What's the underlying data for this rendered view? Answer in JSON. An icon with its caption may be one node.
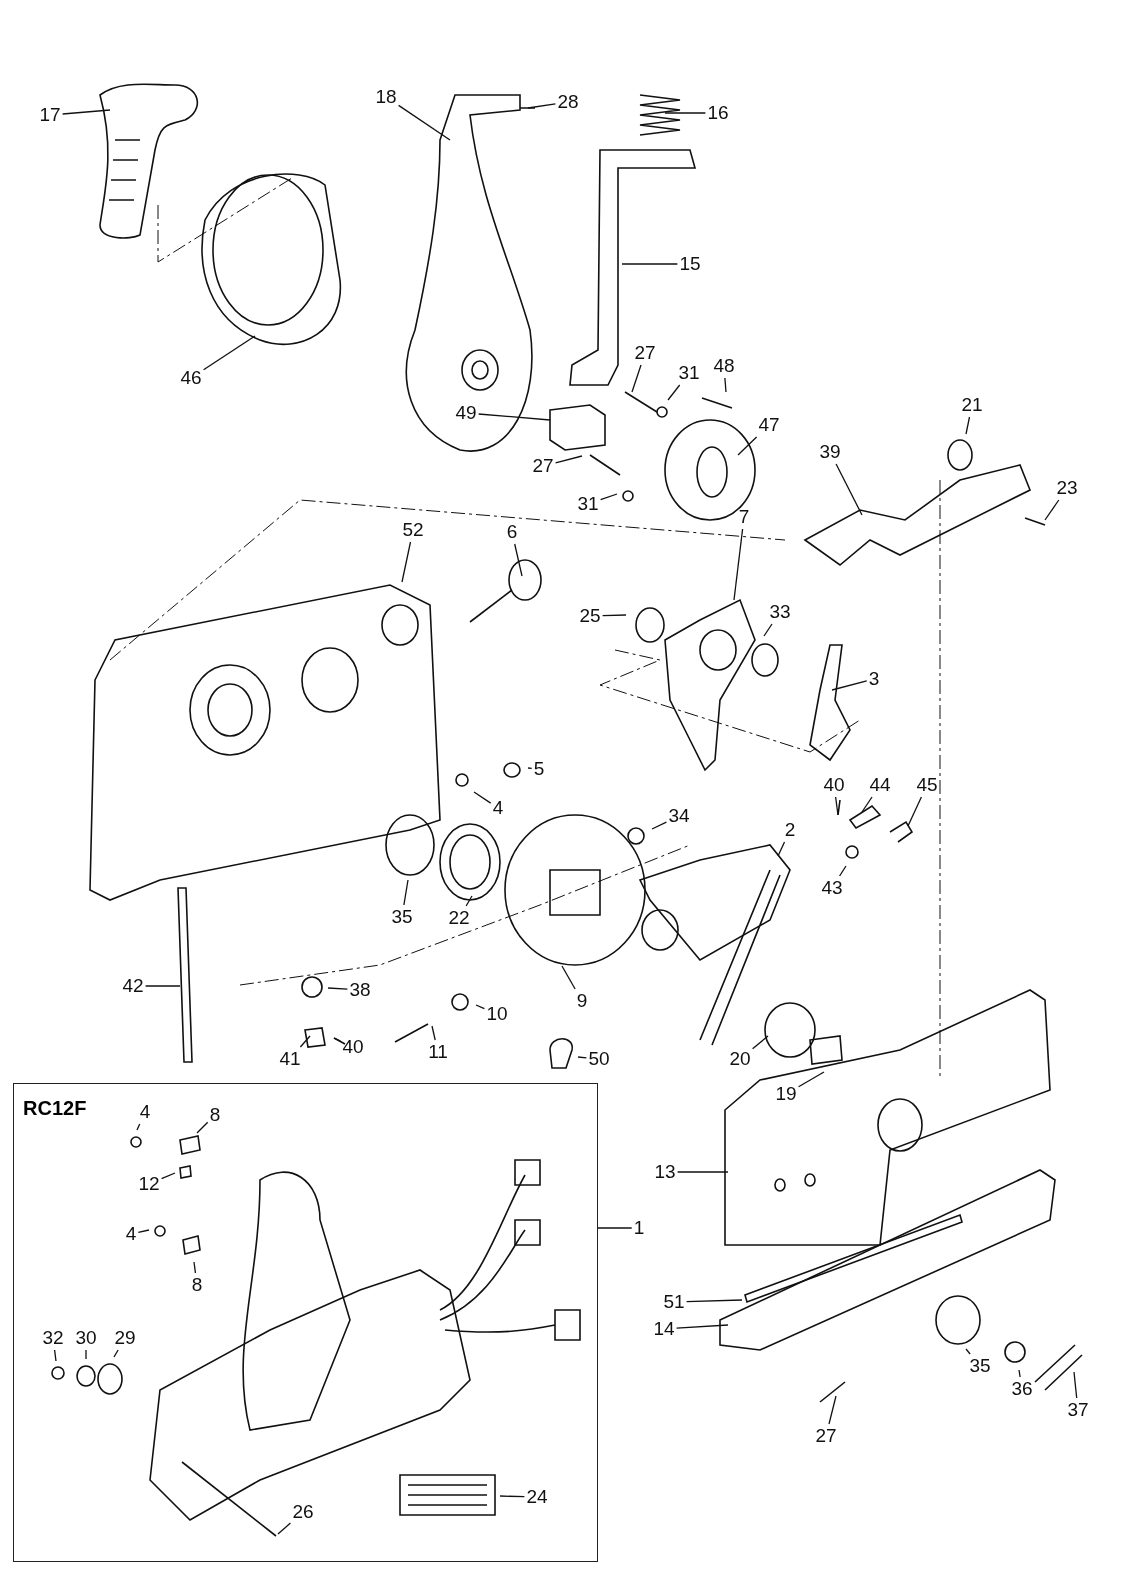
{
  "diagram": {
    "nodes": [
      {
        "text": [
          "17"
        ]
      },
      {
        "text": [
          "18"
        ]
      },
      {
        "text": [
          "28"
        ]
      },
      {
        "text": [
          "16"
        ]
      },
      {
        "text": [
          "15"
        ]
      },
      {
        "text": [
          "46"
        ]
      },
      {
        "text": [
          "27"
        ]
      },
      {
        "text": [
          "31"
        ]
      },
      {
        "text": [
          "48"
        ]
      },
      {
        "text": [
          "49"
        ]
      },
      {
        "text": [
          "47"
        ]
      },
      {
        "text": [
          "27"
        ]
      },
      {
        "text": [
          "31"
        ]
      },
      {
        "text": [
          "21"
        ]
      },
      {
        "text": [
          "39"
        ]
      },
      {
        "text": [
          "23"
        ]
      },
      {
        "text": [
          "52"
        ]
      },
      {
        "text": [
          "6"
        ]
      },
      {
        "text": [
          "7"
        ]
      },
      {
        "text": [
          "25"
        ]
      },
      {
        "text": [
          "33"
        ]
      },
      {
        "text": [
          "3"
        ]
      },
      {
        "text": [
          "5"
        ]
      },
      {
        "text": [
          "4"
        ]
      },
      {
        "text": [
          "40"
        ]
      },
      {
        "text": [
          "44"
        ]
      },
      {
        "text": [
          "45"
        ]
      },
      {
        "text": [
          "34"
        ]
      },
      {
        "text": [
          "2"
        ]
      },
      {
        "text": [
          "43"
        ]
      },
      {
        "text": [
          "35"
        ]
      },
      {
        "text": [
          "22"
        ]
      },
      {
        "text": [
          "9"
        ]
      },
      {
        "text": [
          "42"
        ]
      },
      {
        "text": [
          "38"
        ]
      },
      {
        "text": [
          "10"
        ]
      },
      {
        "text": [
          "11"
        ]
      },
      {
        "text": [
          "41"
        ]
      },
      {
        "text": [
          "40"
        ]
      },
      {
        "text": [
          "50"
        ]
      },
      {
        "text": [
          "20"
        ]
      },
      {
        "text": [
          "19"
        ]
      },
      {
        "text": [
          "RC12F"
        ]
      },
      {
        "text": [
          "4"
        ],
        "in": 42
      },
      {
        "text": [
          "8"
        ],
        "in": 42
      },
      {
        "text": [
          "12"
        ],
        "in": 42
      },
      {
        "text": [
          "4"
        ],
        "in": 42
      },
      {
        "text": [
          "8"
        ],
        "in": 42
      },
      {
        "text": [
          "32"
        ],
        "in": 42
      },
      {
        "text": [
          "30"
        ],
        "in": 42
      },
      {
        "text": [
          "29"
        ],
        "in": 42
      },
      {
        "text": [
          "26"
        ],
        "in": 42
      },
      {
        "text": [
          "24"
        ],
        "in": 42
      },
      {
        "text": [
          "1"
        ]
      },
      {
        "text": [
          "13"
        ]
      },
      {
        "text": [
          "51"
        ]
      },
      {
        "text": [
          "14"
        ]
      },
      {
        "text": [
          "35"
        ]
      },
      {
        "text": [
          "36"
        ]
      },
      {
        "text": [
          "37"
        ]
      },
      {
        "text": [
          "27"
        ]
      }
    ],
    "edges": [
      {
        "from": 0,
        "to": null,
        "arrow": "none"
      },
      {
        "from": 1,
        "to": null,
        "arrow": "none"
      },
      {
        "from": 2,
        "to": null,
        "arrow": "none"
      },
      {
        "from": 3,
        "to": null,
        "arrow": "none"
      },
      {
        "from": 4,
        "to": null,
        "arrow": "none"
      },
      {
        "from": 5,
        "to": null,
        "arrow": "none"
      },
      {
        "from": 6,
        "to": null,
        "arrow": "none"
      },
      {
        "from": 7,
        "to": null,
        "arrow": "none"
      },
      {
        "from": 8,
        "to": null,
        "arrow": "none"
      },
      {
        "from": 9,
        "to": null,
        "arrow": "none"
      },
      {
        "from": 10,
        "to": null,
        "arrow": "none"
      },
      {
        "from": 11,
        "to": null,
        "arrow": "none"
      },
      {
        "from": 12,
        "to": null,
        "arrow": "none"
      },
      {
        "from": 13,
        "to": null,
        "arrow": "none"
      },
      {
        "from": 14,
        "to": null,
        "arrow": "none"
      },
      {
        "from": 15,
        "to": null,
        "arrow": "none"
      },
      {
        "from": 16,
        "to": null,
        "arrow": "none"
      },
      {
        "from": 17,
        "to": null,
        "arrow": "none"
      },
      {
        "from": 18,
        "to": null,
        "arrow": "none"
      },
      {
        "from": 19,
        "to": null,
        "arrow": "none"
      },
      {
        "from": 20,
        "to": null,
        "arrow": "none"
      },
      {
        "from": 21,
        "to": null,
        "arrow": "none"
      },
      {
        "from": 22,
        "to": null,
        "arrow": "none"
      },
      {
        "from": 23,
        "to": null,
        "arrow": "none"
      },
      {
        "from": 24,
        "to": null,
        "arrow": "none"
      },
      {
        "from": 25,
        "to": null,
        "arrow": "none"
      },
      {
        "from": 26,
        "to": null,
        "arrow": "none"
      },
      {
        "from": 27,
        "to": null,
        "arrow": "none"
      },
      {
        "from": 28,
        "to": null,
        "arrow": "none"
      },
      {
        "from": 29,
        "to": null,
        "arrow": "none"
      },
      {
        "from": 30,
        "to": null,
        "arrow": "none"
      },
      {
        "from": 31,
        "to": null,
        "arrow": "none"
      },
      {
        "from": 32,
        "to": null,
        "arrow": "none"
      },
      {
        "from": 33,
        "to": null,
        "arrow": "none"
      },
      {
        "from": 34,
        "to": null,
        "arrow": "none"
      },
      {
        "from": 35,
        "to": null,
        "arrow": "none"
      },
      {
        "from": 36,
        "to": null,
        "arrow": "none"
      },
      {
        "from": 37,
        "to": null,
        "arrow": "none"
      },
      {
        "from": 38,
        "to": null,
        "arrow": "none"
      },
      {
        "from": 39,
        "to": null,
        "arrow": "none"
      },
      {
        "from": 40,
        "to": null,
        "arrow": "none"
      },
      {
        "from": 41,
        "to": null,
        "arrow": "none"
      },
      {
        "from": 43,
        "to": null,
        "arrow": "none"
      },
      {
        "from": 44,
        "to": null,
        "arrow": "none"
      },
      {
        "from": 45,
        "to": null,
        "arrow": "none"
      },
      {
        "from": 46,
        "to": null,
        "arrow": "none"
      },
      {
        "from": 47,
        "to": null,
        "arrow": "none"
      },
      {
        "from": 48,
        "to": null,
        "arrow": "none"
      },
      {
        "from": 49,
        "to": null,
        "arrow": "none"
      },
      {
        "from": 50,
        "to": null,
        "arrow": "none"
      },
      {
        "from": 51,
        "to": null,
        "arrow": "none"
      },
      {
        "from": 52,
        "to": null,
        "arrow": "none"
      },
      {
        "from": 53,
        "to": 42,
        "arrow": "none"
      },
      {
        "from": 54,
        "to": null,
        "arrow": "none"
      },
      {
        "from": 55,
        "to": null,
        "arrow": "none"
      },
      {
        "from": 56,
        "to": null,
        "arrow": "none"
      },
      {
        "from": 57,
        "to": null,
        "arrow": "none"
      },
      {
        "from": 58,
        "to": null,
        "arrow": "none"
      },
      {
        "from": 59,
        "to": null,
        "arrow": "none"
      },
      {
        "from": 60,
        "to": null,
        "arrow": "none"
      }
    ]
  }
}
